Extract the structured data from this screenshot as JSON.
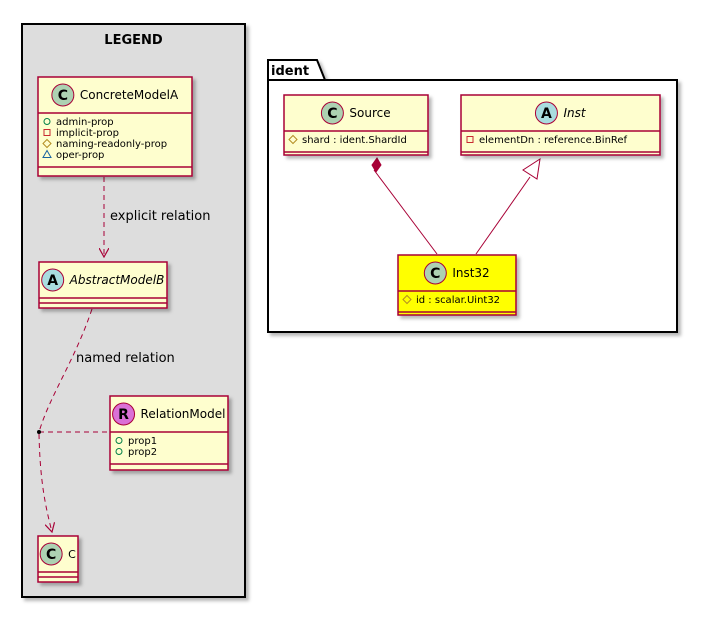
{
  "legend": {
    "title": "LEGEND",
    "classes": [
      {
        "id": "concrete",
        "stereotype": "C",
        "name": "ConcreteModelA",
        "italic": false,
        "attributes": [
          {
            "vis": "public",
            "text": "admin-prop"
          },
          {
            "vis": "private",
            "text": "implicit-prop"
          },
          {
            "vis": "protected",
            "text": "naming-readonly-prop"
          },
          {
            "vis": "package",
            "text": "oper-prop"
          }
        ]
      },
      {
        "id": "abstract",
        "stereotype": "A",
        "name": "AbstractModelB",
        "italic": true,
        "attributes": []
      },
      {
        "id": "relation",
        "stereotype": "R",
        "name": "RelationModel",
        "italic": false,
        "attributes": [
          {
            "vis": "public",
            "text": "prop1"
          },
          {
            "vis": "public",
            "text": "prop2"
          }
        ]
      },
      {
        "id": "c",
        "stereotype": "C",
        "name": "C",
        "italic": false,
        "attributes": []
      }
    ],
    "relations": {
      "explicit": "explicit relation",
      "named": "named relation"
    }
  },
  "package": {
    "name": "ident",
    "classes": [
      {
        "id": "source",
        "stereotype": "C",
        "name": "Source",
        "italic": false,
        "attributes": [
          {
            "vis": "protected",
            "text": "shard : ident.ShardId"
          }
        ]
      },
      {
        "id": "inst",
        "stereotype": "A",
        "name": "Inst",
        "italic": true,
        "attributes": [
          {
            "vis": "private",
            "text": "elementDn : reference.BinRef"
          }
        ]
      },
      {
        "id": "inst32",
        "stereotype": "C",
        "name": "Inst32",
        "italic": false,
        "highlight": true,
        "attributes": [
          {
            "vis": "protected",
            "text": "id : scalar.Uint32"
          }
        ]
      }
    ]
  },
  "colors": {
    "classFill": "#FEFECE",
    "border": "#A80036",
    "highlight": "#FFFF00",
    "legendBg": "#DDDDDD",
    "stereoC": "#ADD1B2",
    "stereoA": "#A9DCDF",
    "stereoR": "#DA70D6"
  }
}
